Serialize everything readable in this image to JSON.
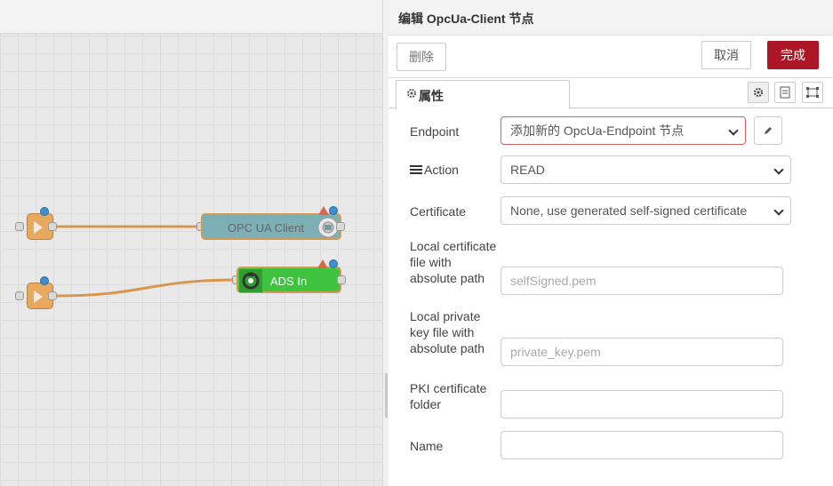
{
  "workspace": {
    "nodes": {
      "opcua_client": {
        "label": "OPC UA Client"
      },
      "ads_in": {
        "label": "ADS In"
      }
    }
  },
  "panel": {
    "title": "编辑 OpcUa-Client 节点",
    "toolbar": {
      "delete_label": "删除",
      "cancel_label": "取消",
      "done_label": "完成"
    },
    "tabs": [
      {
        "label": "属性",
        "icon": "gear-icon"
      }
    ],
    "tab_buttons": [
      "gear-icon",
      "document-icon",
      "frame-icon"
    ],
    "form": {
      "endpoint": {
        "label": "Endpoint",
        "value": "添加新的 OpcUa-Endpoint 节点"
      },
      "action": {
        "label": "Action",
        "value": "READ",
        "icon": "list-icon"
      },
      "certificate": {
        "label": "Certificate",
        "value": "None, use generated self-signed certificate"
      },
      "local_cert": {
        "label_lines": [
          "Local certificate",
          "file with",
          "absolute path"
        ],
        "placeholder": "selfSigned.pem"
      },
      "local_key": {
        "label_lines": [
          "Local private",
          "key file with",
          "absolute path"
        ],
        "placeholder": "private_key.pem"
      },
      "pki_folder": {
        "label_lines": [
          "PKI certificate",
          "folder"
        ],
        "value": ""
      },
      "name": {
        "label": "Name",
        "value": ""
      }
    }
  },
  "colors": {
    "done_button": "#ad1625",
    "opcua_node": "#7dafb7",
    "ads_node": "#3fc43f",
    "inject_node": "#e8a95f",
    "wire": "#d9964c",
    "status_dot": "#3c8fd0"
  }
}
